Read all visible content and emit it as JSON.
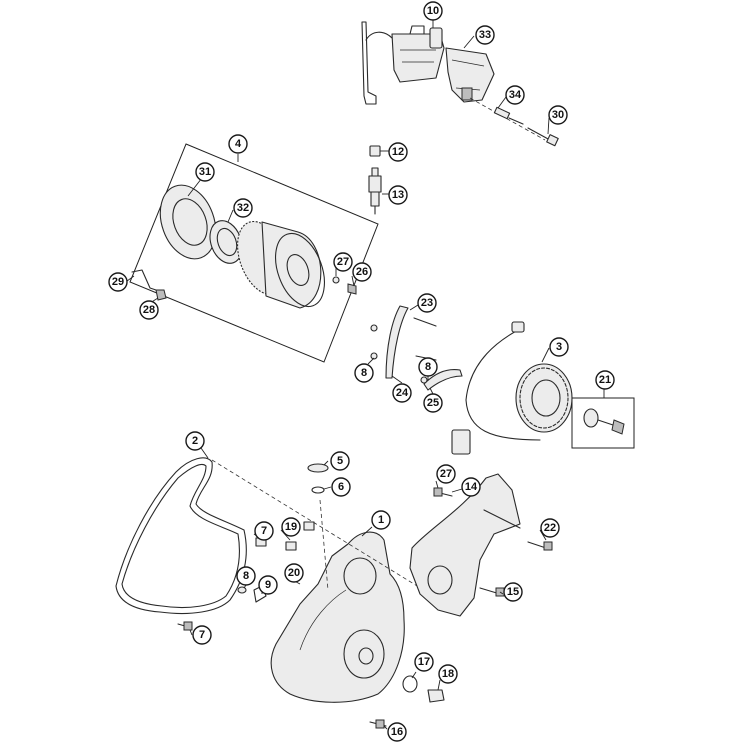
{
  "callouts": [
    {
      "id": "10",
      "label": "10"
    },
    {
      "id": "33",
      "label": "33"
    },
    {
      "id": "34",
      "label": "34"
    },
    {
      "id": "30",
      "label": "30"
    },
    {
      "id": "4",
      "label": "4"
    },
    {
      "id": "31",
      "label": "31"
    },
    {
      "id": "32",
      "label": "32"
    },
    {
      "id": "12",
      "label": "12"
    },
    {
      "id": "13",
      "label": "13"
    },
    {
      "id": "27a",
      "label": "27"
    },
    {
      "id": "26",
      "label": "26"
    },
    {
      "id": "29",
      "label": "29"
    },
    {
      "id": "28",
      "label": "28"
    },
    {
      "id": "23",
      "label": "23"
    },
    {
      "id": "3",
      "label": "3"
    },
    {
      "id": "8a",
      "label": "8"
    },
    {
      "id": "8b",
      "label": "8"
    },
    {
      "id": "24",
      "label": "24"
    },
    {
      "id": "25",
      "label": "25"
    },
    {
      "id": "21",
      "label": "21"
    },
    {
      "id": "2",
      "label": "2"
    },
    {
      "id": "5",
      "label": "5"
    },
    {
      "id": "6",
      "label": "6"
    },
    {
      "id": "27b",
      "label": "27"
    },
    {
      "id": "14",
      "label": "14"
    },
    {
      "id": "1",
      "label": "1"
    },
    {
      "id": "7a",
      "label": "7"
    },
    {
      "id": "19",
      "label": "19"
    },
    {
      "id": "22",
      "label": "22"
    },
    {
      "id": "8c",
      "label": "8"
    },
    {
      "id": "9",
      "label": "9"
    },
    {
      "id": "20",
      "label": "20"
    },
    {
      "id": "15",
      "label": "15"
    },
    {
      "id": "7b",
      "label": "7"
    },
    {
      "id": "17",
      "label": "17"
    },
    {
      "id": "18",
      "label": "18"
    },
    {
      "id": "16",
      "label": "16"
    }
  ]
}
